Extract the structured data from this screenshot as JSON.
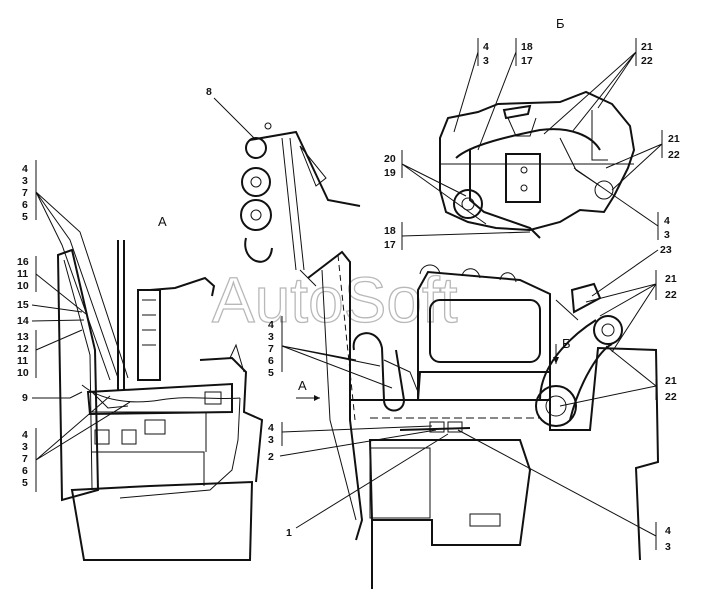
{
  "views": {
    "view_a": "А",
    "view_b": "Б",
    "arrow_a": "А",
    "arrow_b": "Б"
  },
  "callouts": {
    "c8": "8",
    "c1": "1",
    "c2": "2",
    "c9": "9",
    "c23": "23",
    "left_top": [
      "4",
      "3",
      "7",
      "6",
      "5"
    ],
    "left_mid_a": [
      "16",
      "11",
      "10"
    ],
    "left_15": "15",
    "left_14": "14",
    "left_mid_b": [
      "13",
      "12",
      "11",
      "10"
    ],
    "left_bottom": [
      "4",
      "3",
      "7",
      "6",
      "5"
    ],
    "center_left": [
      "4",
      "3",
      "7",
      "6",
      "5"
    ],
    "center_43": [
      "4",
      "3"
    ],
    "b_top_43": [
      "4",
      "3"
    ],
    "b_top_1817": [
      "18",
      "17"
    ],
    "b_top_2122": [
      "21",
      "22"
    ],
    "b_left_2019": [
      "20",
      "19"
    ],
    "b_right_2122": [
      "21",
      "22"
    ],
    "b_right_43": [
      "4",
      "3"
    ],
    "b_bottom_1817": [
      "18",
      "17"
    ],
    "right_2122_a": [
      "21",
      "22"
    ],
    "right_2122_b": [
      "21",
      "22"
    ],
    "right_bottom_43": [
      "4",
      "3"
    ]
  },
  "watermark": "AutoSoft"
}
